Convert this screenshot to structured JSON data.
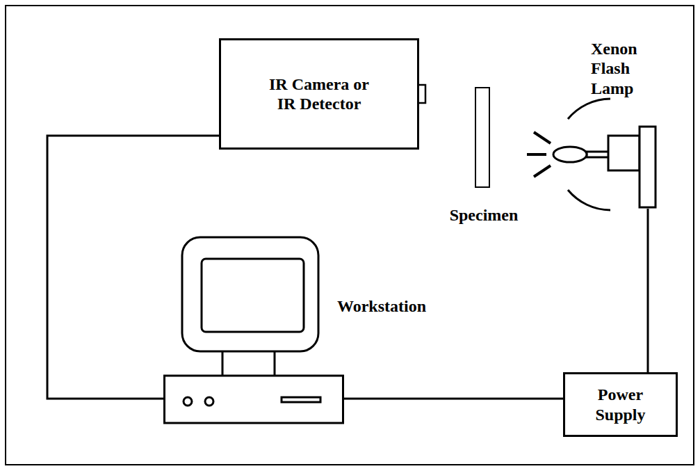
{
  "diagram": {
    "nodes": [
      {
        "text": [
          "IR Camera or IR Detector"
        ]
      },
      {
        "text": [
          "Specimen"
        ]
      },
      {
        "text": [
          "Xenon Flash Lamp"
        ]
      },
      {
        "text": [
          "Workstation"
        ]
      },
      {
        "text": [
          "Power Supply"
        ]
      }
    ],
    "edges": [
      {
        "from": 0,
        "to": 3,
        "arrow": "none"
      },
      {
        "from": 3,
        "to": 4,
        "arrow": "none"
      },
      {
        "from": 4,
        "to": 2,
        "arrow": "none"
      }
    ]
  }
}
